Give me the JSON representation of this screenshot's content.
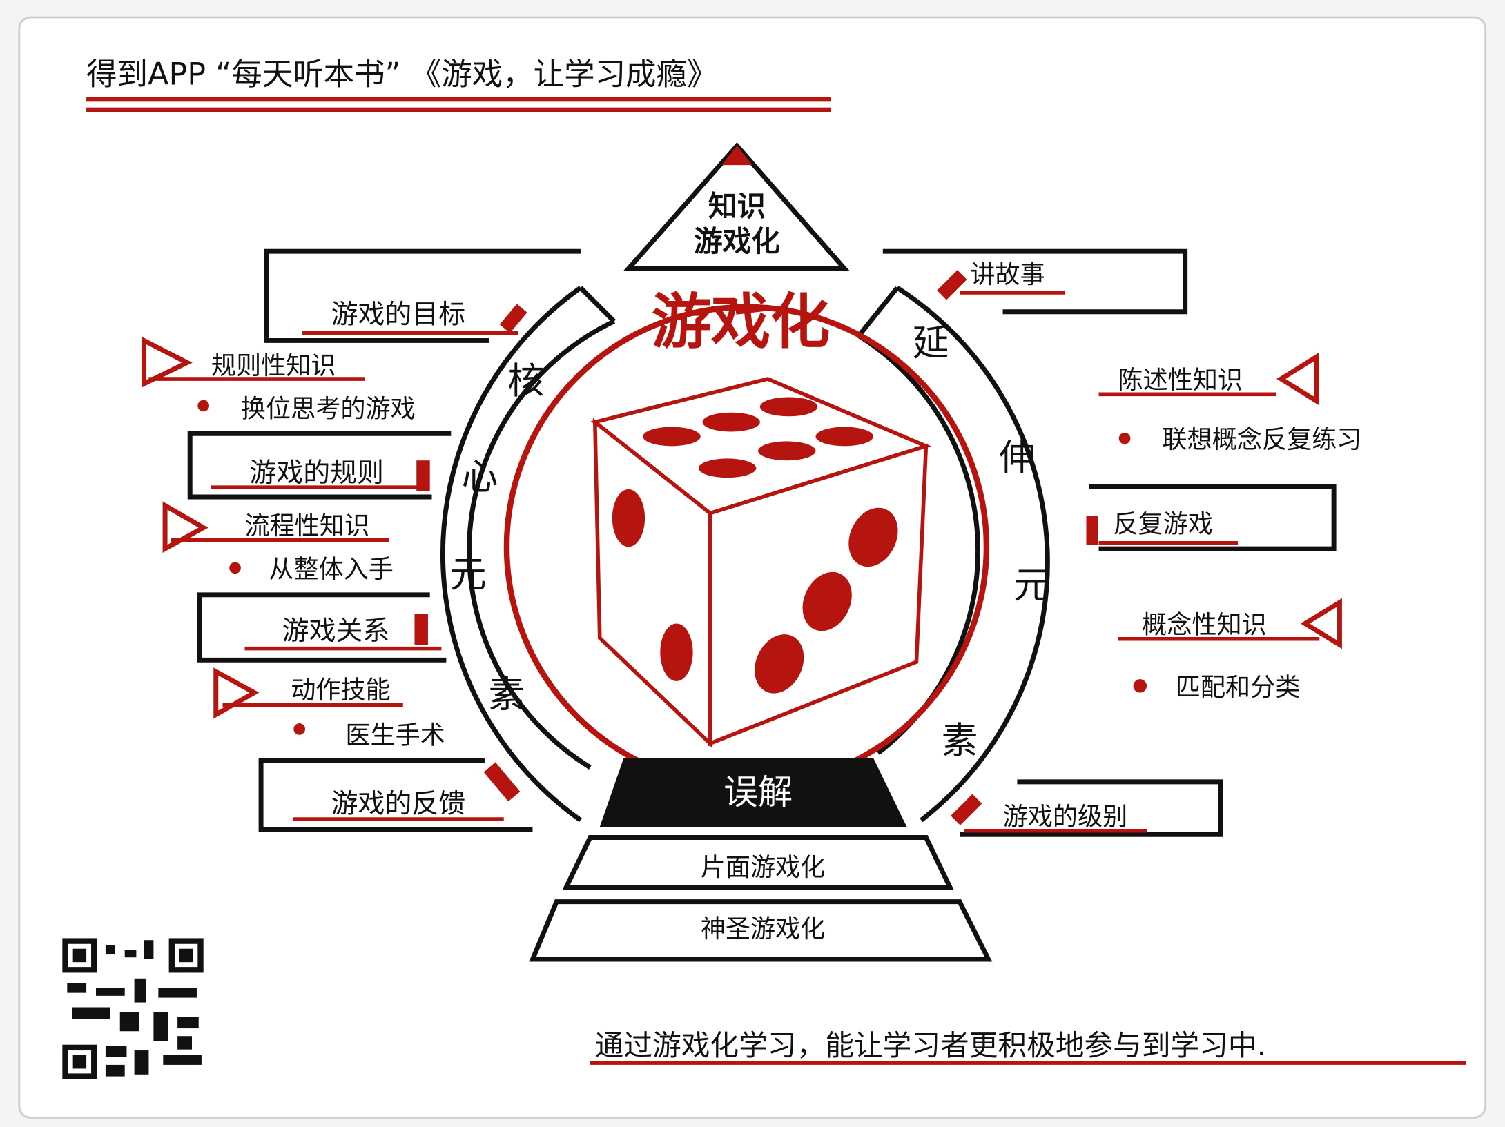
{
  "header": {
    "title": "得到APP  “每天听本书”  《游戏，让学习成瘾》"
  },
  "top": {
    "line1": "知识",
    "line2": "游戏化"
  },
  "center": {
    "title": "游戏化"
  },
  "core": {
    "chars": [
      "核",
      "心",
      "元",
      "素"
    ],
    "items": [
      {
        "label": "游戏的目标"
      },
      {
        "label": "游戏的规则"
      },
      {
        "label": "游戏关系"
      },
      {
        "label": "游戏的反馈"
      }
    ],
    "knowledge": [
      {
        "label": "规则性知识",
        "example": "换位思考的游戏"
      },
      {
        "label": "流程性知识",
        "example": "从整体入手"
      },
      {
        "label": "动作技能",
        "example": "医生手术"
      }
    ]
  },
  "extended": {
    "chars": [
      "延",
      "伸",
      "元",
      "素"
    ],
    "items": [
      {
        "label": "讲故事"
      },
      {
        "label": "反复游戏"
      },
      {
        "label": "游戏的级别"
      }
    ],
    "knowledge": [
      {
        "label": "陈述性知识",
        "example": "联想概念反复练习"
      },
      {
        "label": "概念性知识",
        "example": "匹配和分类"
      }
    ]
  },
  "misunderstanding": {
    "title": "误解",
    "levels": [
      "片面游戏化",
      "神圣游戏化"
    ]
  },
  "footer": {
    "summary": "通过游戏化学习，能让学习者更积极地参与到学习中."
  },
  "colors": {
    "accent": "#b5140f",
    "ink": "#111111"
  }
}
